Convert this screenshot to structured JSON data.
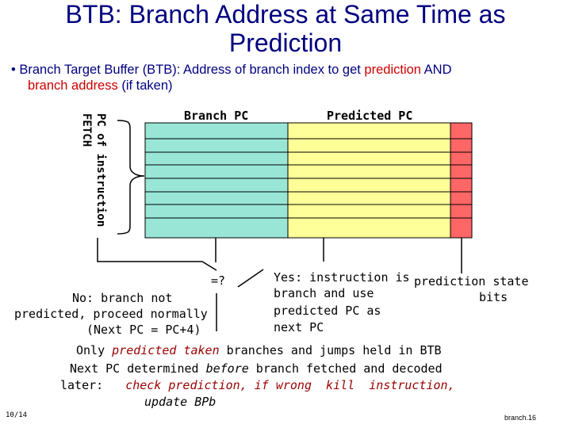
{
  "title": {
    "line1": "BTB: Branch  Address at Same Time as",
    "line2": "Prediction"
  },
  "bullet": {
    "marker": "•",
    "part1": "Branch Target Buffer (BTB): Address of branch index to get ",
    "part2": "prediction",
    "part3": " AND",
    "line2a": "branch address",
    "line2b": " (if taken)"
  },
  "diagram": {
    "vertical_label_1": "PC of instruction",
    "vertical_label_2": "FETCH",
    "col_branch_pc": "Branch PC",
    "col_predicted_pc": "Predicted PC",
    "compare": "=?",
    "no_line1": "No: branch not",
    "no_line2": "predicted, proceed normally",
    "no_line3": "(Next PC = PC+4)",
    "yes_line1": "Yes: instruction is",
    "yes_line2": "branch and use",
    "yes_line3": "predicted PC as",
    "yes_line4": "next PC",
    "state_line1": "prediction state",
    "state_line2": "bits",
    "colors": {
      "branch_pc": "#99e6d6",
      "predicted_pc": "#ffff99",
      "state": "#ff6666"
    }
  },
  "notes": {
    "line1_a": "Only ",
    "line1_b": "predicted taken",
    "line1_c": " branches and jumps held in BTB",
    "line2_a": "Next PC determined ",
    "line2_b": "before",
    "line2_c": " branch fetched and decoded",
    "line3_a": "later:",
    "line3_b": "check prediction, if wrong  kill  instruction,",
    "line4": "update BPb"
  },
  "footer": {
    "date": "10/14",
    "slide": "branch.16"
  }
}
